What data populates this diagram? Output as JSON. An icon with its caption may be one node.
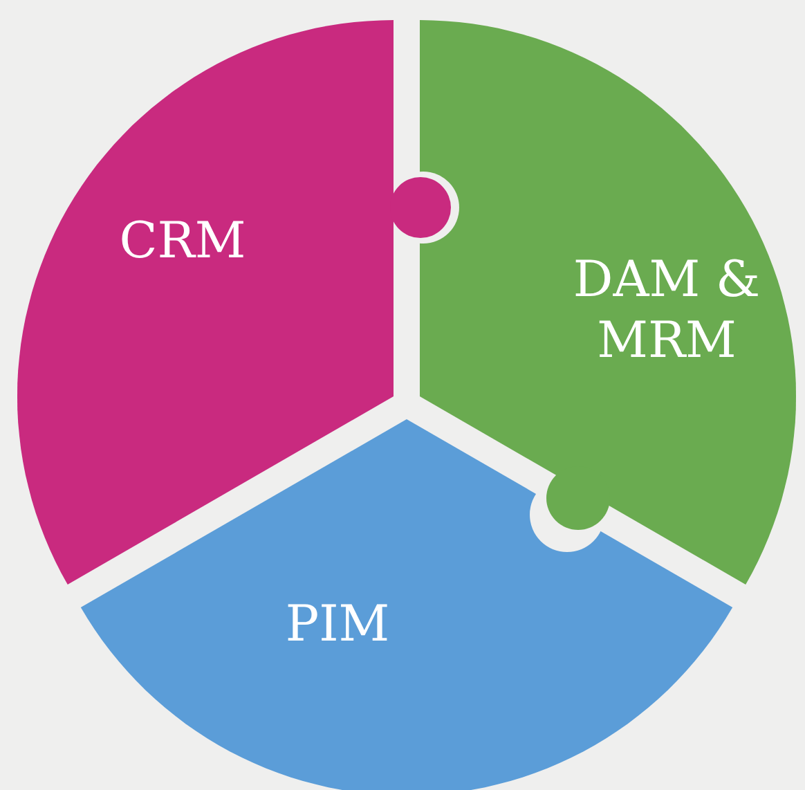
{
  "diagram": {
    "nodes": [
      {
        "text": [
          "CRM"
        ]
      },
      {
        "text": [
          "DAM & MRM"
        ]
      },
      {
        "text": [
          "PIM"
        ]
      }
    ]
  }
}
